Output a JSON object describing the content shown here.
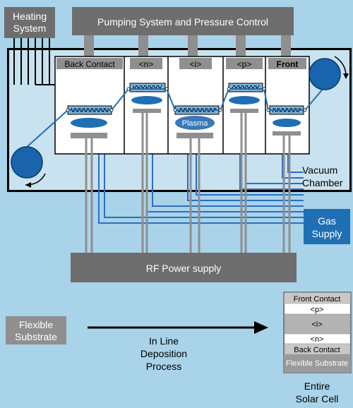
{
  "labels": {
    "heating_system": [
      "Heating",
      "System"
    ],
    "pumping_system": "Pumping System and Pressure Control",
    "vacuum_chamber": [
      "Vacuum",
      "Chamber"
    ],
    "gas_supply": [
      "Gas",
      "Supply"
    ],
    "rf_power_supply": "RF Power supply",
    "flexible_substrate": [
      "Flexible",
      "Substrate"
    ],
    "process": [
      "In Line",
      "Deposition",
      "Process"
    ],
    "entire_solar_cell": [
      "Entire",
      "Solar Cell"
    ],
    "plasma": "Plasma"
  },
  "chambers": [
    "Back Contact",
    "<n>",
    "<i>",
    "<p>",
    "Front"
  ],
  "cell_layers": [
    "Front Contact",
    "<p>",
    "<i>",
    "<n>",
    "Back Contact",
    "Flexible Substrate"
  ],
  "colors": {
    "background": "#a9d3e8",
    "chamber_frame": "#000000",
    "chamber_inner": "#ffffff",
    "gray_box": "#6e6e6e",
    "gray_light": "#8f8f8f",
    "substrate_line": "#1f6fb4",
    "roll_blue": "#1a64ad",
    "gas_line": "#2a6fc2",
    "electrode_blue": "#7fb2d6"
  }
}
